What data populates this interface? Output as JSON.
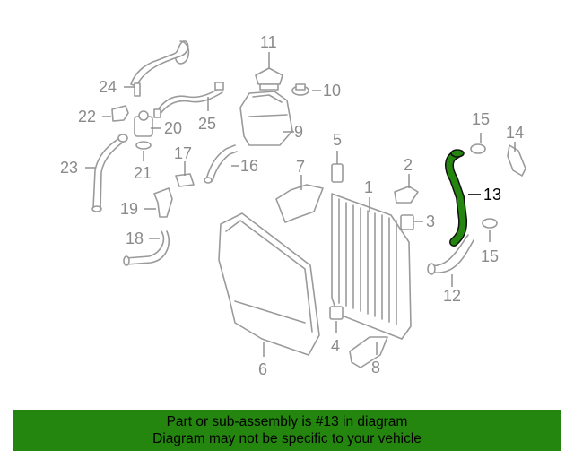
{
  "highlight_color": "#24860e",
  "highlighted_part": "13",
  "callouts": {
    "c1": "1",
    "c2": "2",
    "c3": "3",
    "c4": "4",
    "c5": "5",
    "c6": "6",
    "c7": "7",
    "c8": "8",
    "c9": "9",
    "c10": "10",
    "c11": "11",
    "c12": "12",
    "c13": "13",
    "c14": "14",
    "c15a": "15",
    "c15b": "15",
    "c16": "16",
    "c17": "17",
    "c18": "18",
    "c19": "19",
    "c20": "20",
    "c21": "21",
    "c22": "22",
    "c23": "23",
    "c24": "24",
    "c25": "25"
  },
  "banner": {
    "line1": "Part or sub-assembly is #13 in diagram",
    "line2": "Diagram may not be specific to your vehicle"
  }
}
